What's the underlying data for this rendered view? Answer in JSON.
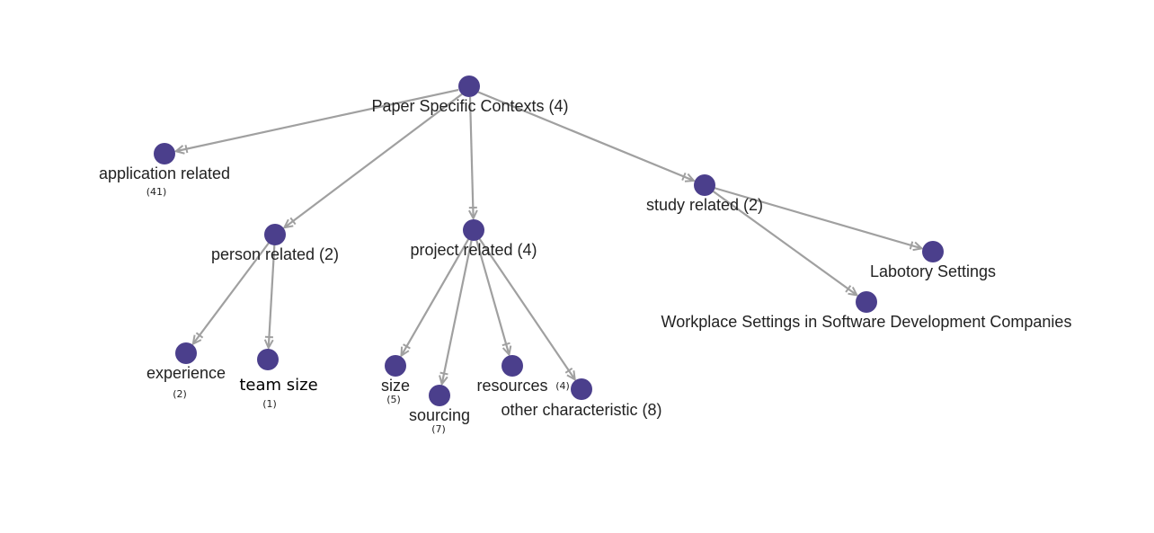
{
  "style": {
    "node_color": "#4B3F8C",
    "edge_color": "#a0a0a0",
    "label_color": "#222222"
  },
  "nodes": {
    "root": {
      "label": "Paper Specific Contexts (4)"
    },
    "application": {
      "label": "application related",
      "count": "(41)"
    },
    "person": {
      "label": "person related (2)"
    },
    "project": {
      "label": "project related (4)"
    },
    "study": {
      "label": "study related (2)"
    },
    "experience": {
      "label": "experience",
      "count": "(2)"
    },
    "team_size": {
      "label": "team size",
      "count": "(1)"
    },
    "size": {
      "label": "size",
      "count": "(5)"
    },
    "sourcing": {
      "label": "sourcing",
      "count": "(7)"
    },
    "resources": {
      "label": "resources",
      "count": "(4)"
    },
    "other": {
      "label": "other characteristic (8)"
    },
    "laboratory": {
      "label": "Labotory Settings"
    },
    "workplace": {
      "label": "Workplace Settings in Software Development Companies"
    }
  },
  "edges": [
    {
      "from": "root",
      "to": "application"
    },
    {
      "from": "root",
      "to": "person"
    },
    {
      "from": "root",
      "to": "project"
    },
    {
      "from": "root",
      "to": "study"
    },
    {
      "from": "person",
      "to": "experience"
    },
    {
      "from": "person",
      "to": "team_size"
    },
    {
      "from": "project",
      "to": "size"
    },
    {
      "from": "project",
      "to": "sourcing"
    },
    {
      "from": "project",
      "to": "resources"
    },
    {
      "from": "project",
      "to": "other"
    },
    {
      "from": "study",
      "to": "laboratory"
    },
    {
      "from": "study",
      "to": "workplace"
    }
  ]
}
